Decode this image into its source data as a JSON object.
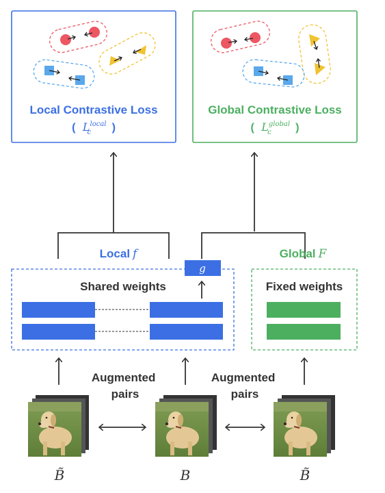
{
  "local_loss": {
    "title": "Local Contrastive Loss",
    "formula_open": "(",
    "formula_symbol": "L",
    "formula_sup": "local",
    "formula_sub": "c",
    "formula_close": ")",
    "accent": "#3b6fe3"
  },
  "global_loss": {
    "title": "Global Contrastive Loss",
    "formula_open": "(",
    "formula_symbol": "L",
    "formula_sup": "global",
    "formula_sub": "c",
    "formula_close": ")",
    "accent": "#4caf60"
  },
  "branch_labels": {
    "local_word": "Local",
    "local_symbol": "f",
    "global_word": "Global",
    "global_symbol": "F",
    "projection_symbol": "g"
  },
  "blocks": {
    "shared_title": "Shared weights",
    "fixed_title": "Fixed weights"
  },
  "augmented": {
    "left_line1": "Augmented",
    "left_line2": "pairs",
    "right_line1": "Augmented",
    "right_line2": "pairs"
  },
  "images": {
    "left_label": "B̃",
    "center_label": "B",
    "right_label": "B̃"
  },
  "colors": {
    "blue": "#3b6fe3",
    "green": "#4caf60",
    "red": "#ec5763",
    "yellow": "#f1c232",
    "lightblue": "#5aa8ec",
    "dark": "#333333"
  }
}
